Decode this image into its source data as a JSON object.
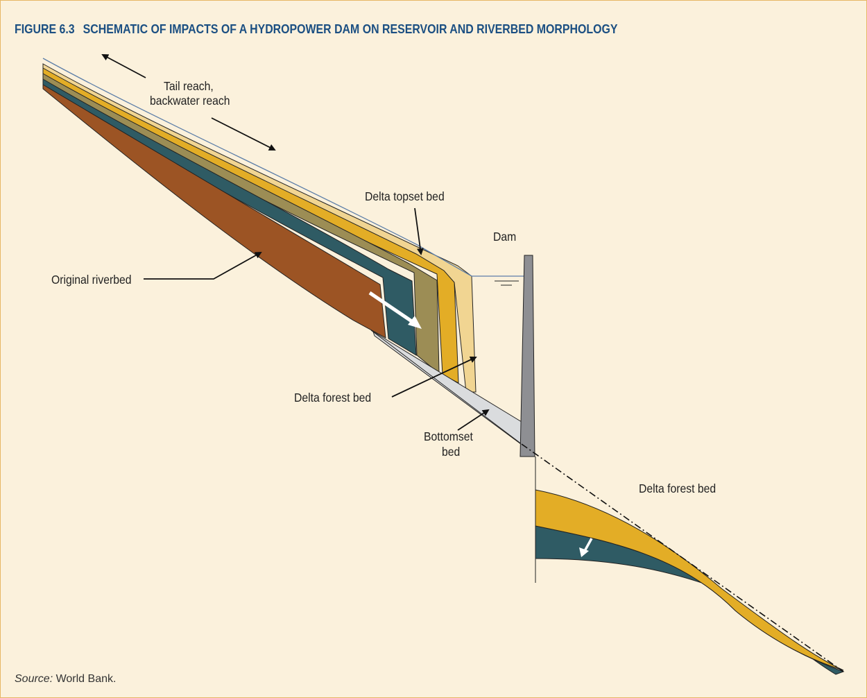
{
  "figure": {
    "number": "FIGURE 6.3",
    "title": "SCHEMATIC OF IMPACTS OF A HYDROPOWER DAM ON RESERVOIR AND RIVERBED MORPHOLOGY"
  },
  "labels": {
    "tail_reach_line1": "Tail reach,",
    "tail_reach_line2": "backwater reach",
    "delta_topset_bed": "Delta topset bed",
    "dam": "Dam",
    "original_riverbed": "Original riverbed",
    "delta_forest_bed_upstream": "Delta forest bed",
    "bottomset_bed_line1": "Bottomset",
    "bottomset_bed_line2": "bed",
    "delta_forest_bed_downstream": "Delta forest bed"
  },
  "source": {
    "prefix": "Source:",
    "text": " World Bank."
  },
  "colors": {
    "title": "#1b4f82",
    "background": "#fbf1dc",
    "brown_layer": "#9c5424",
    "teal_layer": "#2f5b64",
    "olive_layer": "#9c8d55",
    "gold_layer": "#e3ad26",
    "light_layer": "#f1d592",
    "bottomset": "#dadcde",
    "dam": "#8e8f93",
    "water_line": "#5c7ea8"
  }
}
